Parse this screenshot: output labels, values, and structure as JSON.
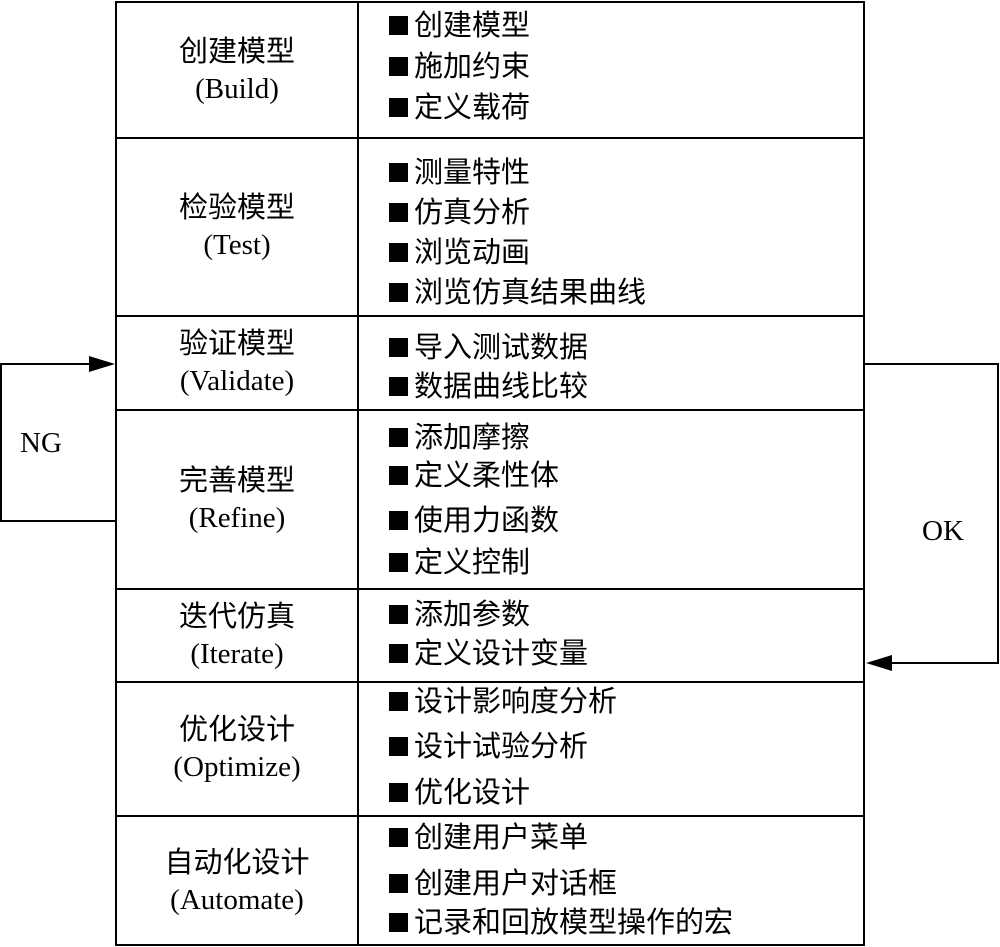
{
  "stages": [
    {
      "name": "创建模型",
      "en": "(Build)",
      "tasks": [
        "创建模型",
        "施加约束",
        "定义载荷"
      ]
    },
    {
      "name": "检验模型",
      "en": "(Test)",
      "tasks": [
        "测量特性",
        "仿真分析",
        "浏览动画",
        "浏览仿真结果曲线"
      ]
    },
    {
      "name": "验证模型",
      "en": "(Validate)",
      "tasks": [
        "导入测试数据",
        "数据曲线比较"
      ]
    },
    {
      "name": "完善模型",
      "en": "(Refine)",
      "tasks": [
        "添加摩擦",
        "定义柔性体",
        "使用力函数",
        "定义控制"
      ]
    },
    {
      "name": "迭代仿真",
      "en": "(Iterate)",
      "tasks": [
        "添加参数",
        "定义设计变量"
      ]
    },
    {
      "name": "优化设计",
      "en": "(Optimize)",
      "tasks": [
        "设计影响度分析",
        "设计试验分析",
        "优化设计"
      ]
    },
    {
      "name": "自动化设计",
      "en": "(Automate)",
      "tasks": [
        "创建用户菜单",
        "创建用户对话框",
        "记录和回放模型操作的宏"
      ]
    }
  ],
  "loops": {
    "ng_label": "NG",
    "ok_label": "OK"
  }
}
